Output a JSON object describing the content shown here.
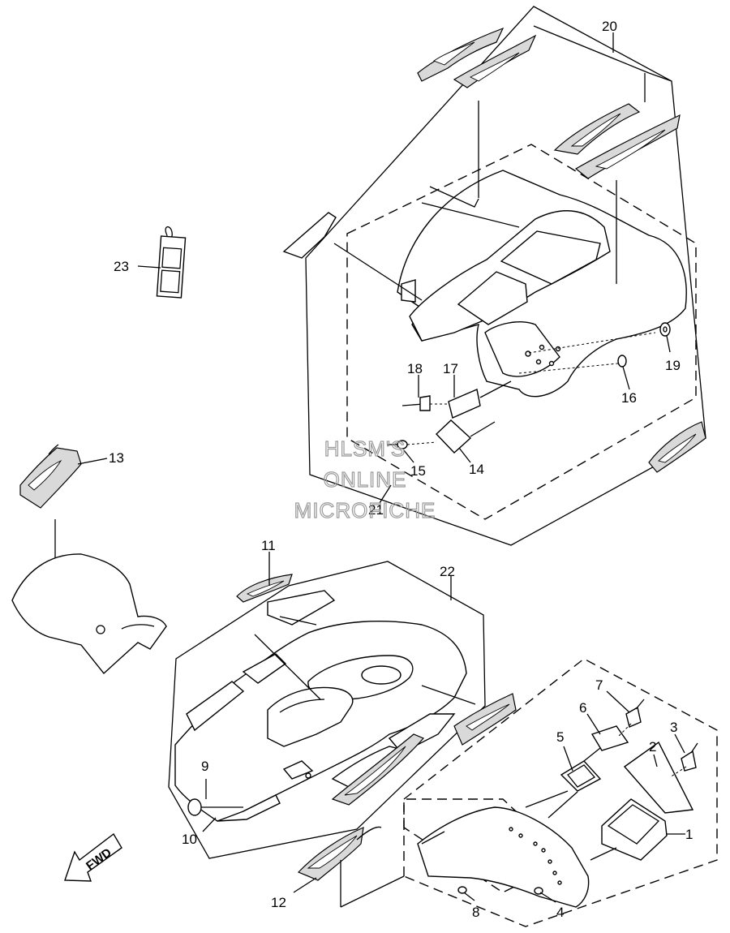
{
  "callouts": {
    "c1": "1",
    "c2": "2",
    "c3": "3",
    "c4": "4",
    "c5": "5",
    "c6": "6",
    "c7": "7",
    "c8": "8",
    "c9": "9",
    "c10": "10",
    "c11": "11",
    "c12": "12",
    "c13": "13",
    "c14": "14",
    "c15": "15",
    "c16": "16",
    "c17": "17",
    "c18": "18",
    "c19": "19",
    "c20": "20",
    "c21": "21",
    "c22": "22",
    "c23": "23"
  },
  "watermark": {
    "line1": "HLSM'S",
    "line2": "ONLINE",
    "line3": "MICROFICHE"
  },
  "fwd_label": "FWD"
}
